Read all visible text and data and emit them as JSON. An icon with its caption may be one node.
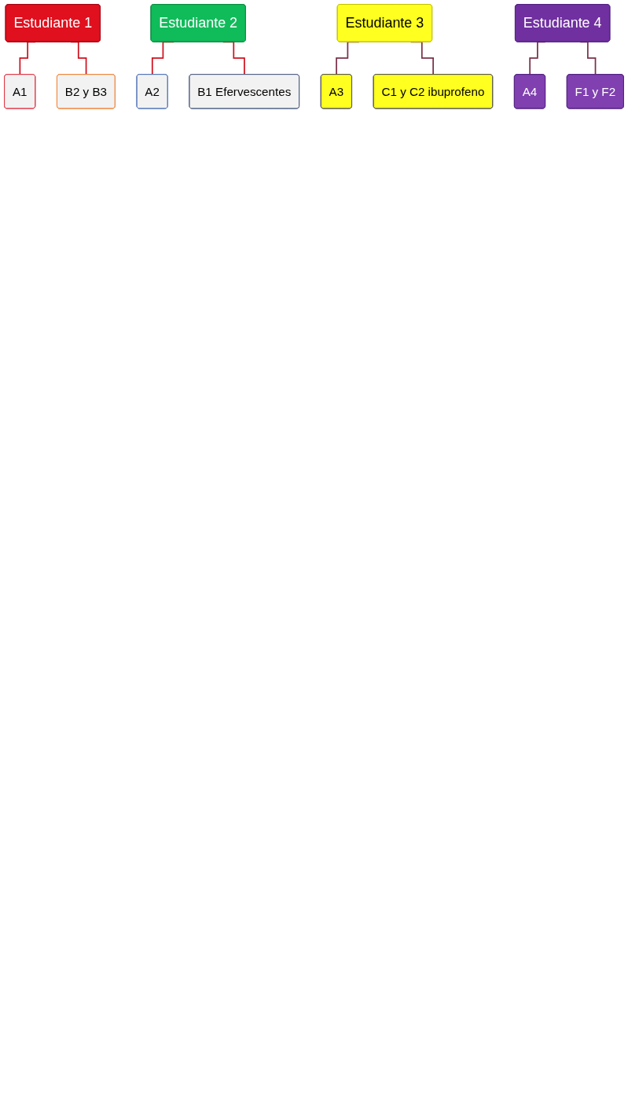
{
  "diagram": {
    "nodes": [
      {
        "text": [
          "Estudiante 1"
        ]
      },
      {
        "text": [
          "A1"
        ]
      },
      {
        "text": [
          "B2 y B3"
        ]
      },
      {
        "text": [
          "Estudiante 2"
        ]
      },
      {
        "text": [
          "A2"
        ]
      },
      {
        "text": [
          "B1 Efervescentes"
        ]
      },
      {
        "text": [
          "Estudiante 3"
        ]
      },
      {
        "text": [
          "A3"
        ]
      },
      {
        "text": [
          "C1 y C2 ibuprofeno"
        ]
      },
      {
        "text": [
          "Estudiante 4"
        ]
      },
      {
        "text": [
          "A4"
        ]
      },
      {
        "text": [
          "F1 y F2"
        ]
      }
    ],
    "edges": [
      {
        "from": 0,
        "to": 1,
        "arrow": "none",
        "color": "#d0101e"
      },
      {
        "from": 0,
        "to": 2,
        "arrow": "none",
        "color": "#d0101e"
      },
      {
        "from": 3,
        "to": 4,
        "arrow": "none",
        "color": "#d0101e"
      },
      {
        "from": 3,
        "to": 5,
        "arrow": "none",
        "color": "#d0101e"
      },
      {
        "from": 6,
        "to": 7,
        "arrow": "none",
        "color": "#7a3048"
      },
      {
        "from": 6,
        "to": 8,
        "arrow": "none",
        "color": "#7a3048"
      },
      {
        "from": 9,
        "to": 10,
        "arrow": "none",
        "color": "#7a3048"
      },
      {
        "from": 9,
        "to": 11,
        "arrow": "none",
        "color": "#7a3048"
      }
    ]
  }
}
